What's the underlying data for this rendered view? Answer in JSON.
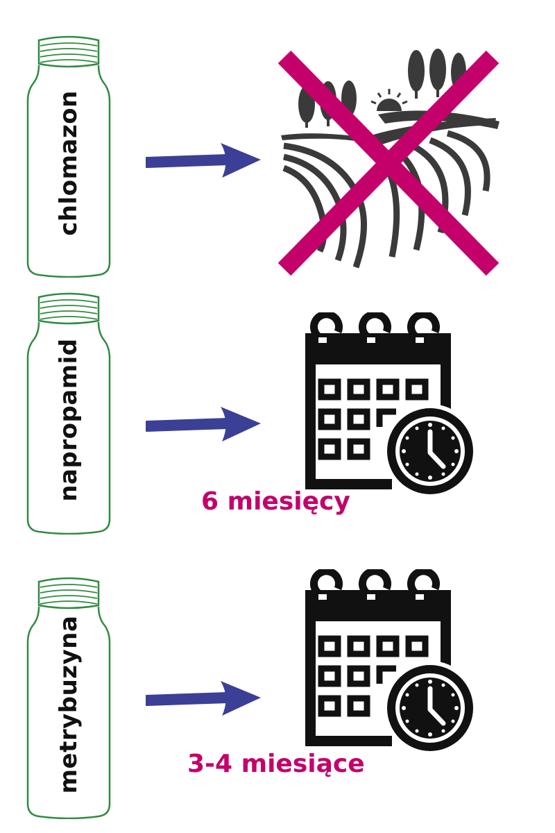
{
  "colors": {
    "jar_outline": "#2e8b3e",
    "arrow": "#3b3f96",
    "cross": "#c4006a",
    "icon": "#111111",
    "field_icon": "#3a3a3a",
    "duration_text": "#c4006a"
  },
  "rows": [
    {
      "substance": "chlomazon",
      "icon": "crossed-out-farm-field-icon",
      "duration": ""
    },
    {
      "substance": "napropamid",
      "icon": "calendar-clock-icon",
      "duration": "6 miesięcy"
    },
    {
      "substance": "metrybuzyna",
      "icon": "calendar-clock-icon",
      "duration": "3-4 miesiące"
    }
  ]
}
